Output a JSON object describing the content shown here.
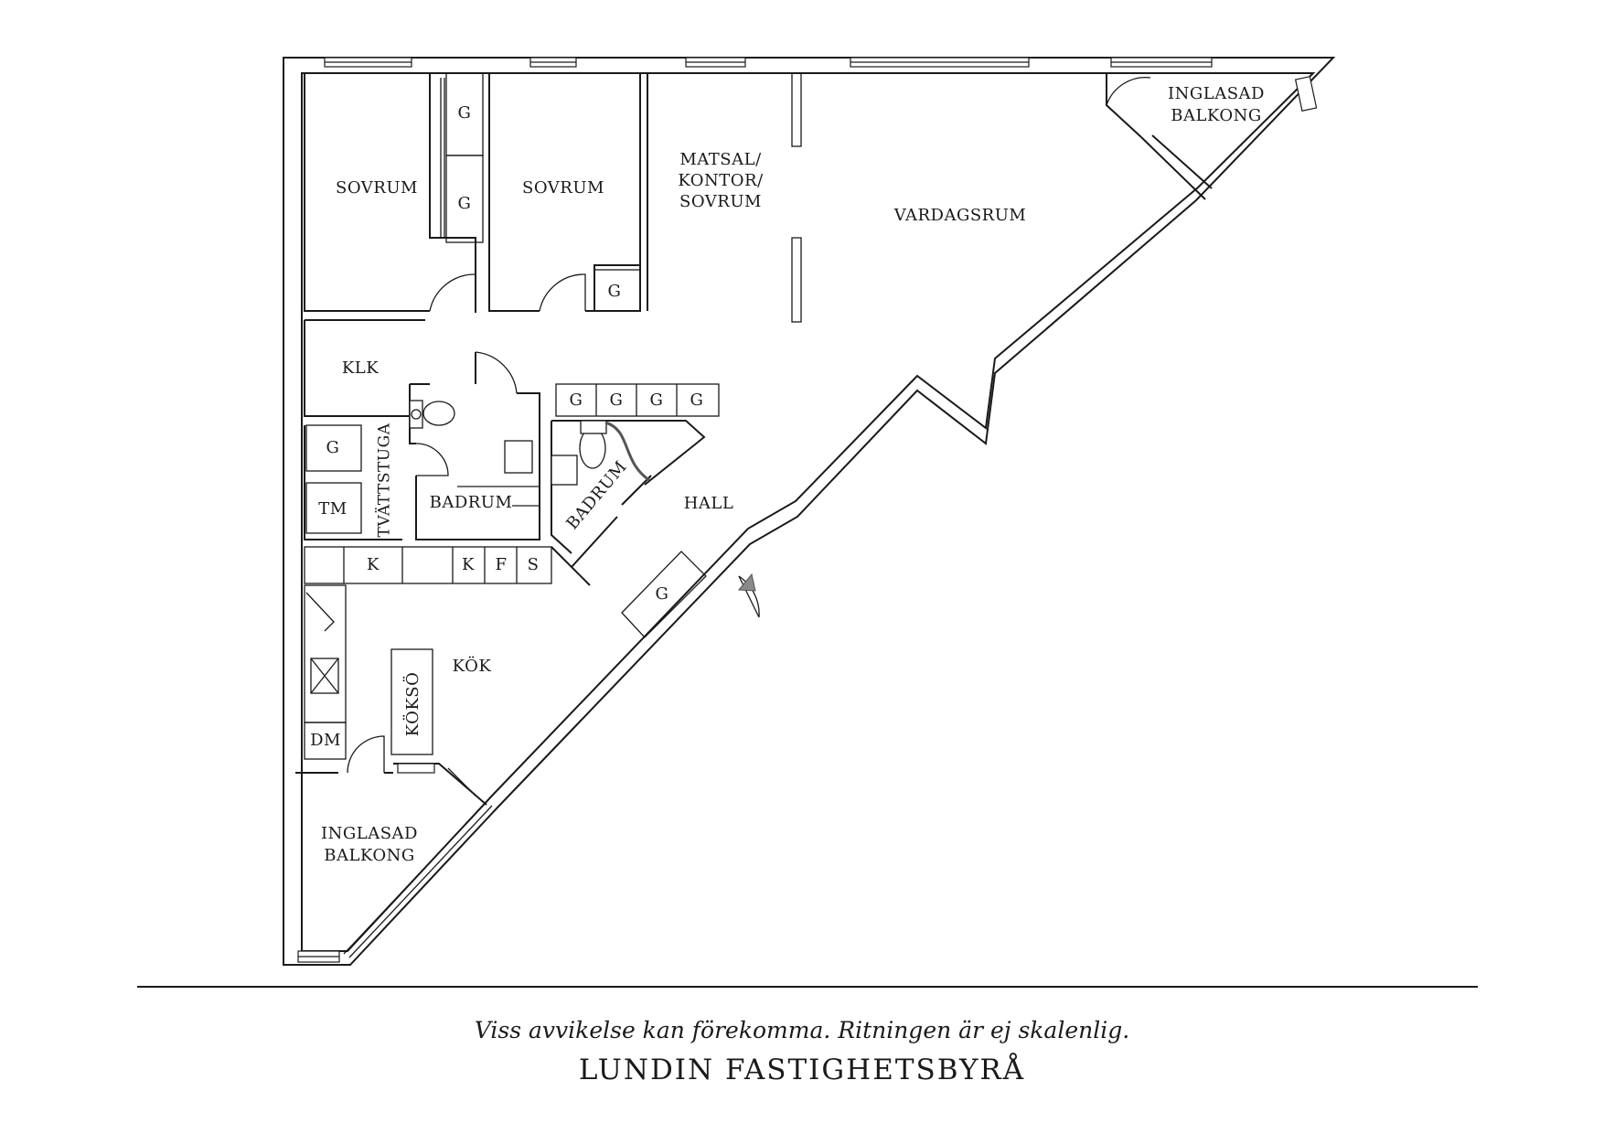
{
  "rooms": {
    "sovrum_1": "SOVRUM",
    "sovrum_2": "SOVRUM",
    "matsal_line1": "MATSAL/",
    "matsal_line2": "KONTOR/",
    "matsal_line3": "SOVRUM",
    "vardagsrum": "VARDAGSRUM",
    "inglasad_top_line1": "INGLASAD",
    "inglasad_top_line2": "BALKONG",
    "klk": "KLK",
    "tvattstuga": "TVÄTTSTUGA",
    "badrum_1": "BADRUM",
    "badrum_2": "BADRUM",
    "hall": "HALL",
    "kok": "KÖK",
    "kokso": "KÖKSÖ",
    "inglasad_bottom_line1": "INGLASAD",
    "inglasad_bottom_line2": "BALKONG"
  },
  "storage": {
    "g_wardrobe_1": "G",
    "g_wardrobe_2": "G",
    "g_sovrum_2": "G",
    "g_row_1": "G",
    "g_row_2": "G",
    "g_row_3": "G",
    "g_row_4": "G",
    "g_tvatt": "G",
    "tm": "TM",
    "k_1": "K",
    "k_2": "K",
    "f": "F",
    "s": "S",
    "g_hall": "G",
    "dm": "DM"
  },
  "footer": {
    "disclaimer": "Viss avvikelse kan förekomma. Ritningen är ej skalenlig.",
    "brand": "LUNDIN FASTIGHETSBYRÅ"
  }
}
